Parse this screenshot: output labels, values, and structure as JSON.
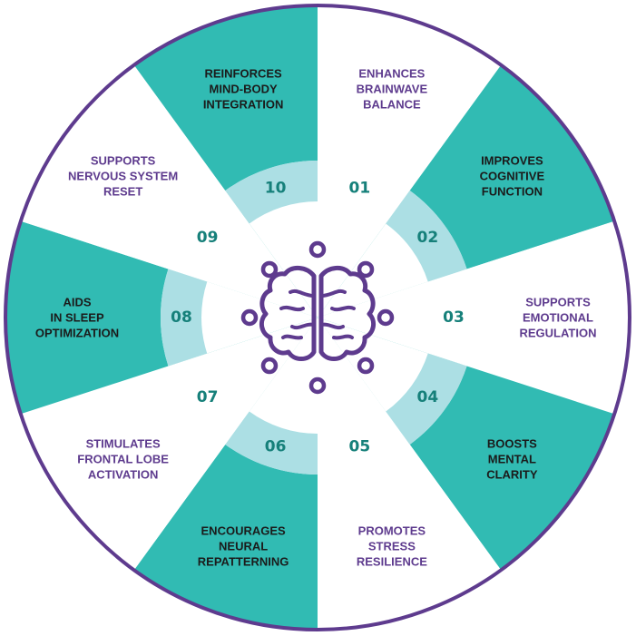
{
  "colors": {
    "teal": "#31bbb3",
    "light_teal": "#acdfe4",
    "white": "#ffffff",
    "purple": "#5e3b8e",
    "outline_purple": "#5e3b8e",
    "dark_teal": "#16807a",
    "dark_text": "#1b1b1b"
  },
  "center_icon": "brain-icon",
  "segments": [
    {
      "num": "01",
      "lines": [
        "ENHANCES",
        "BRAINWAVE",
        "BALANCE"
      ],
      "fill": "white"
    },
    {
      "num": "02",
      "lines": [
        "IMPROVES",
        "COGNITIVE",
        "FUNCTION"
      ],
      "fill": "teal"
    },
    {
      "num": "03",
      "lines": [
        "SUPPORTS",
        "EMOTIONAL",
        "REGULATION"
      ],
      "fill": "white"
    },
    {
      "num": "04",
      "lines": [
        "BOOSTS",
        "MENTAL",
        "CLARITY"
      ],
      "fill": "teal"
    },
    {
      "num": "05",
      "lines": [
        "PROMOTES",
        "STRESS",
        "RESILIENCE"
      ],
      "fill": "white"
    },
    {
      "num": "06",
      "lines": [
        "ENCOURAGES",
        "NEURAL",
        "REPATTERNING"
      ],
      "fill": "teal"
    },
    {
      "num": "07",
      "lines": [
        "STIMULATES",
        "FRONTAL LOBE",
        "ACTIVATION"
      ],
      "fill": "white"
    },
    {
      "num": "08",
      "lines": [
        "AIDS",
        "IN SLEEP",
        "OPTIMIZATION"
      ],
      "fill": "teal"
    },
    {
      "num": "09",
      "lines": [
        "SUPPORTS",
        "NERVOUS SYSTEM",
        "RESET"
      ],
      "fill": "white"
    },
    {
      "num": "10",
      "lines": [
        "REINFORCES",
        "MIND-BODY",
        "INTEGRATION"
      ],
      "fill": "teal"
    }
  ]
}
